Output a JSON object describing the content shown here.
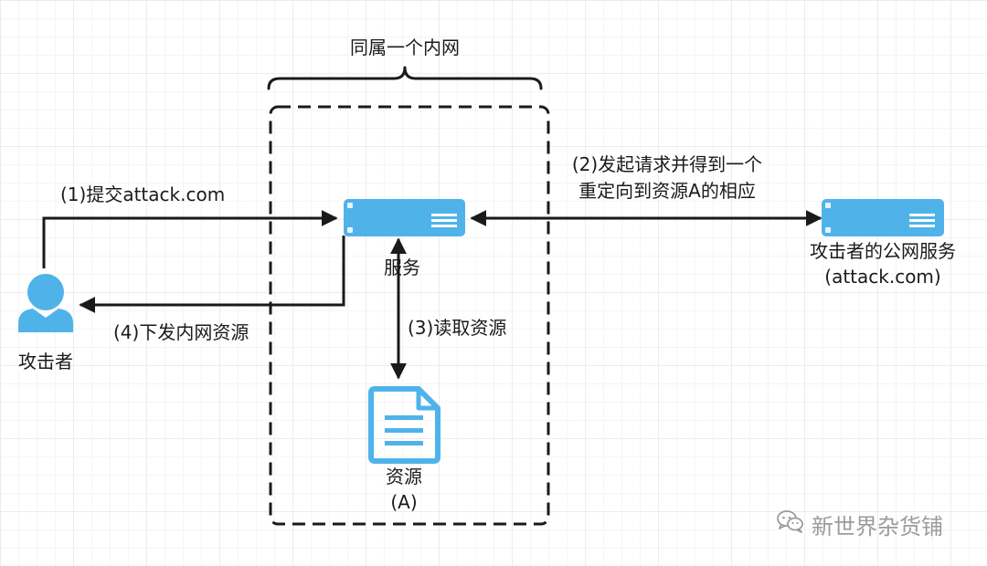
{
  "diagram": {
    "intranet_label": "同属一个内网",
    "nodes": {
      "attacker": "攻击者",
      "service": "服务",
      "public_service_line1": "攻击者的公网服务",
      "public_service_line2": "(attack.com)",
      "resource_line1": "资源",
      "resource_line2": "(A)"
    },
    "steps": {
      "step1": "(1)提交attack.com",
      "step2_line1": "(2)发起请求并得到一个",
      "step2_line2": "重定向到资源A的相应",
      "step3": "(3)读取资源",
      "step4": "(4)下发内网资源"
    },
    "colors": {
      "accent_blue": "#4fb3ea",
      "line": "#1a1a1a"
    }
  },
  "watermark": {
    "text": "新世界杂货铺",
    "icon": "wechat-icon"
  }
}
